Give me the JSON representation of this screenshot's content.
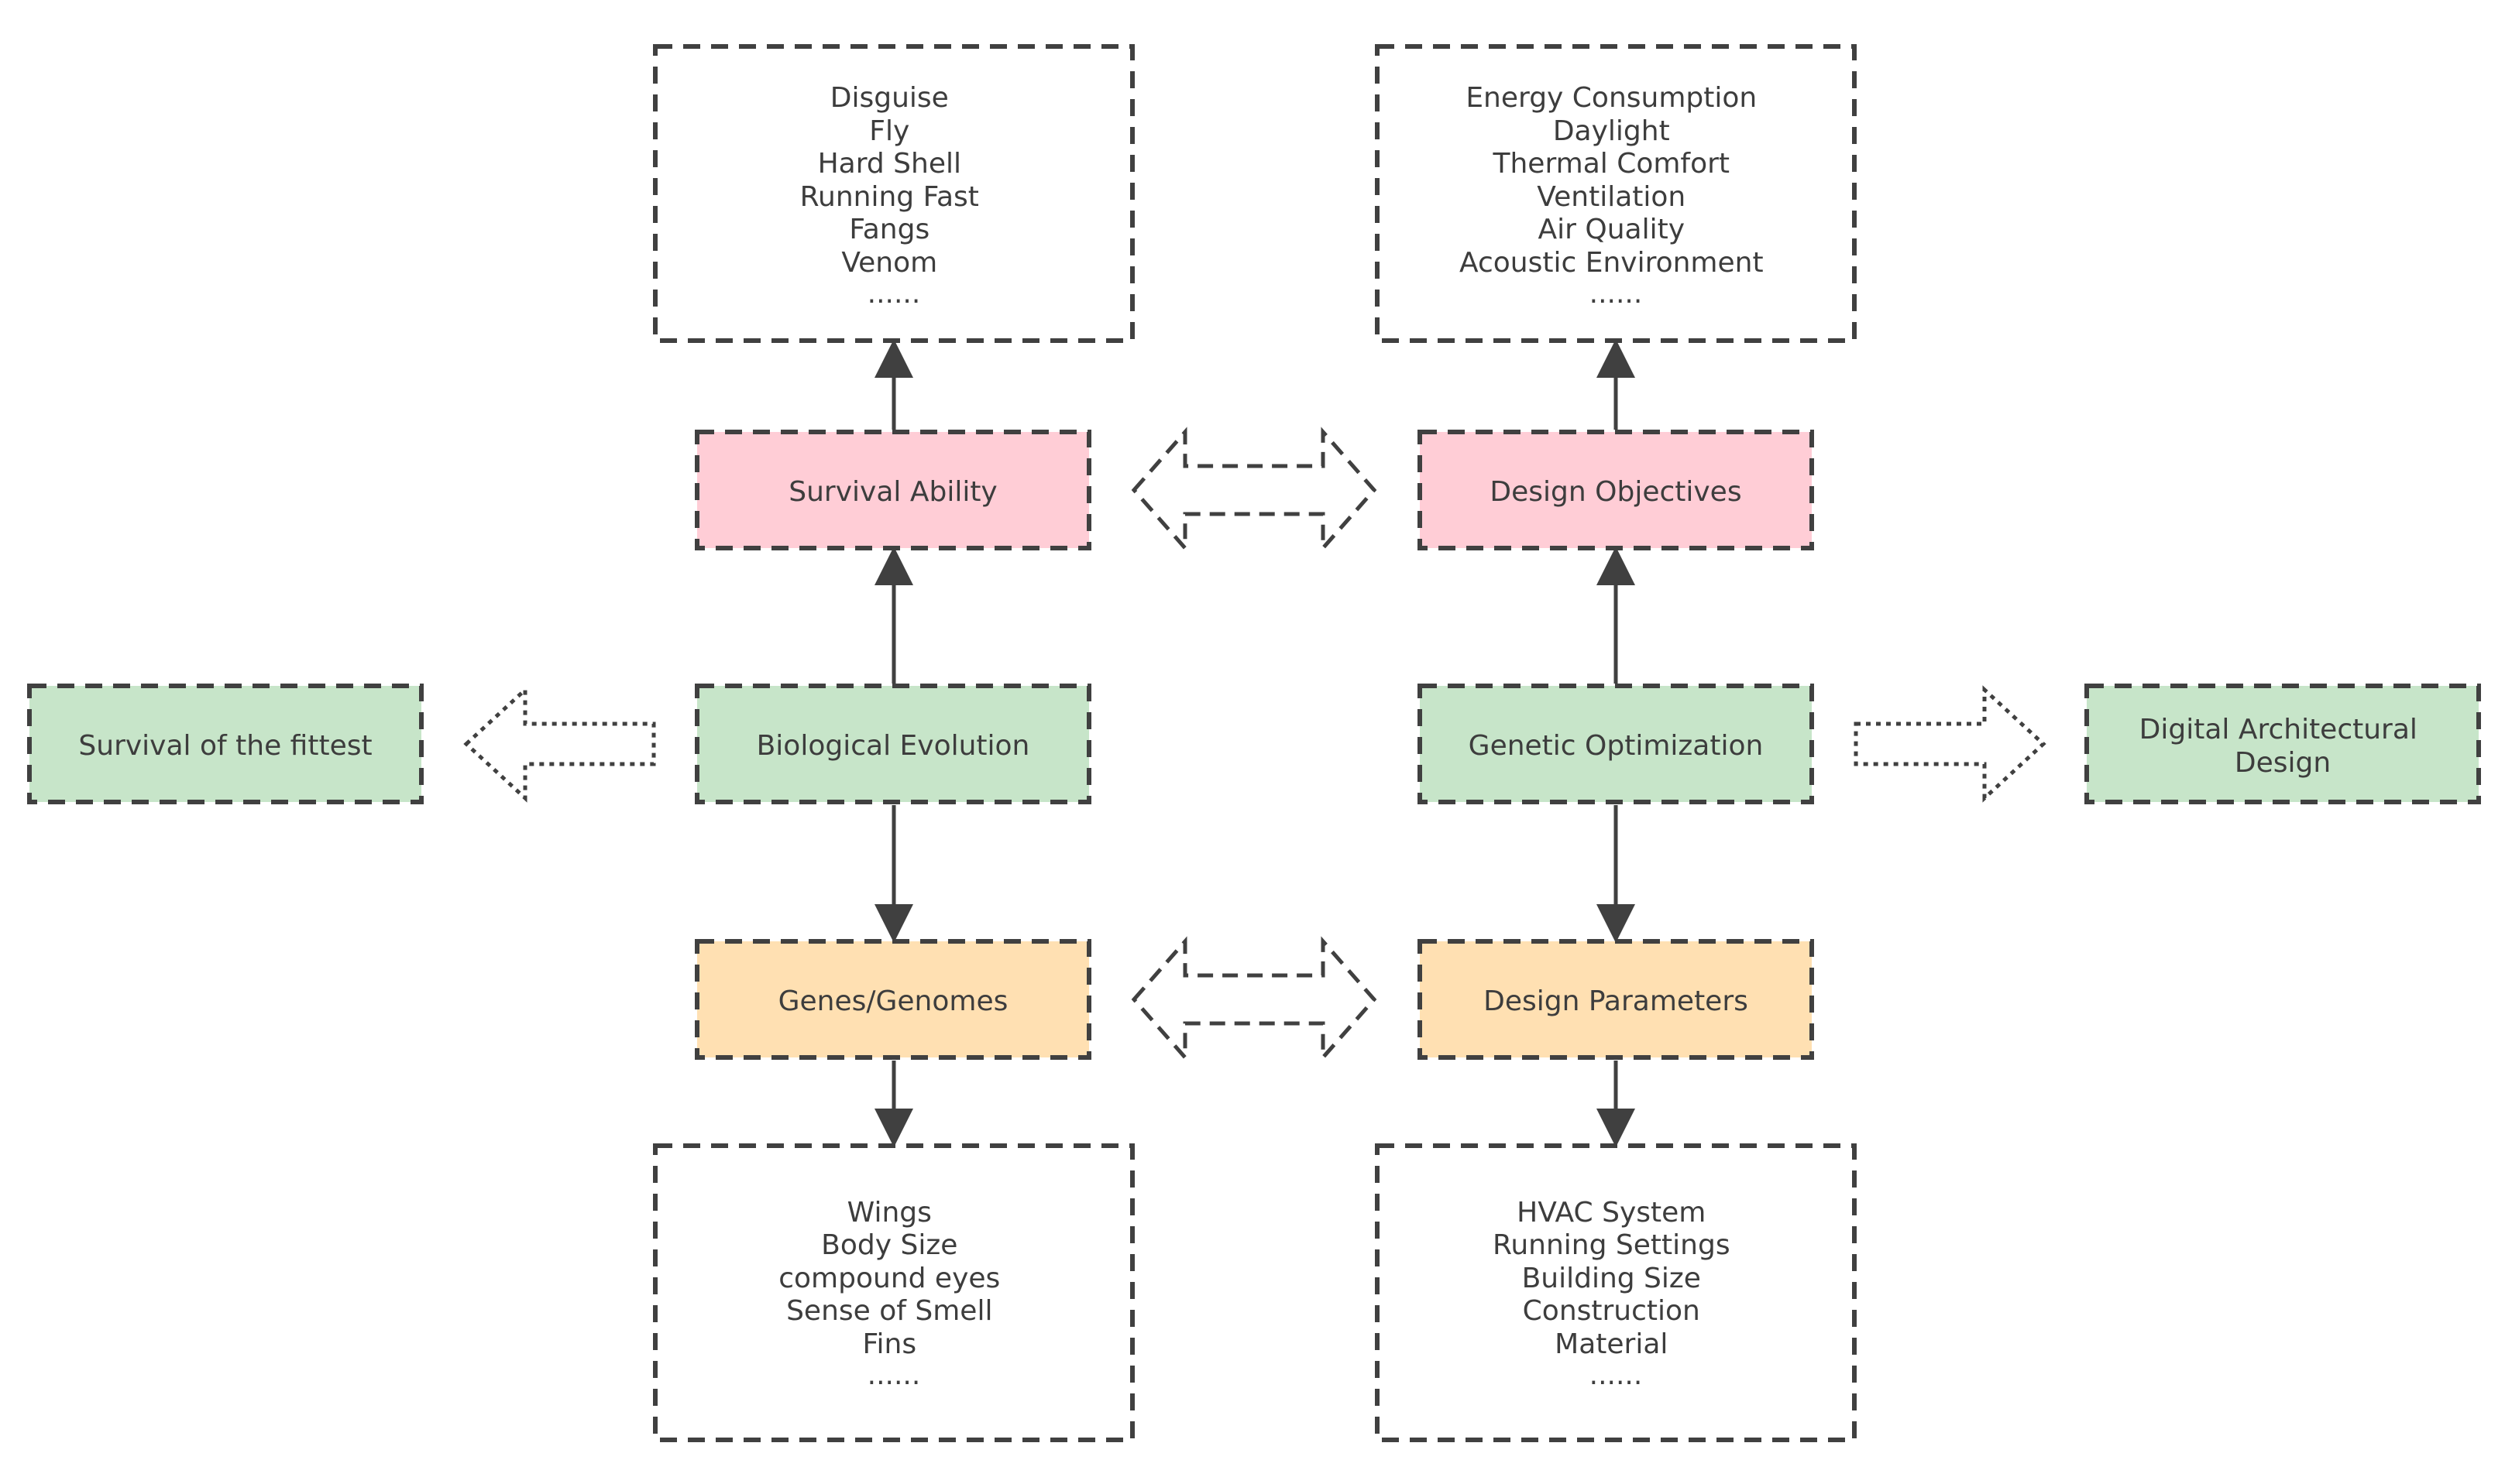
{
  "colors": {
    "pink": "#FFCDD6",
    "green": "#C7E5C9",
    "orange": "#FFE0B2",
    "white": "#FFFFFF",
    "stroke": "#404040"
  },
  "boxes": {
    "survival_ability": "Survival Ability",
    "biological_evolution": "Biological Evolution",
    "genes_genomes": "Genes/Genomes",
    "survival_of_fittest": "Survival of the fittest",
    "design_objectives": "Design Objectives",
    "genetic_optimization": "Genetic Optimization",
    "design_parameters": "Design Parameters",
    "digital_architectural_design": [
      "Digital Architectural",
      "Design"
    ]
  },
  "lists": {
    "abilities": [
      "Disguise",
      "Fly",
      "Hard Shell",
      "Running Fast",
      "Fangs",
      "Venom",
      "......"
    ],
    "objectives": [
      "Energy Consumption",
      "Daylight",
      "Thermal Comfort",
      "Ventilation",
      "Air Quality",
      "Acoustic Environment",
      "......"
    ],
    "traits": [
      "Wings",
      "Body Size",
      "compound eyes",
      "Sense of Smell",
      "Fins",
      "......"
    ],
    "parameters": [
      "HVAC System",
      "Running Settings",
      "Building Size",
      "Construction",
      "Material",
      "......"
    ]
  }
}
